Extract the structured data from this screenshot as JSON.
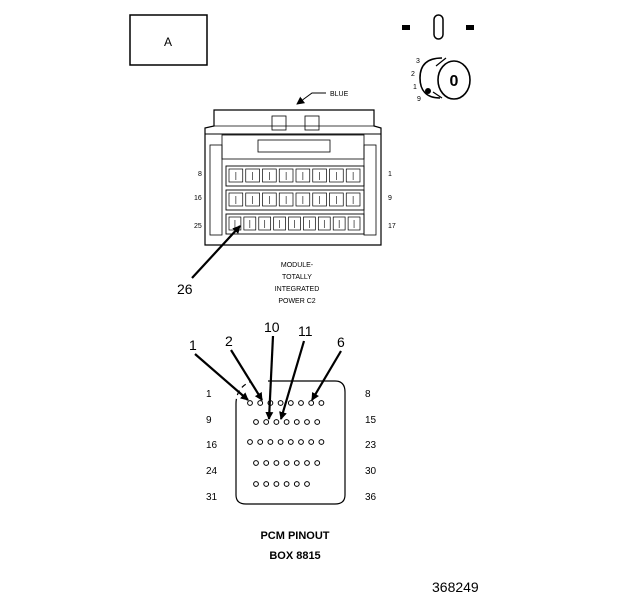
{
  "key_box": {
    "label": "A"
  },
  "connector_top": {
    "color_callout": "BLUE",
    "row_start_numbers": [
      "8",
      "16",
      "25"
    ],
    "row_end_numbers": [
      "1",
      "9",
      "17"
    ],
    "pointer_callout": "26",
    "module_caption": [
      "MODULE-",
      "TOTALLY",
      "INTEGRATED",
      "POWER C2"
    ]
  },
  "orientation_key": {
    "pin_numbers": [
      "3",
      "2",
      "1",
      "9"
    ],
    "key_letter": "0"
  },
  "pinout": {
    "callouts": [
      "1",
      "2",
      "10",
      "11",
      "6"
    ],
    "left_row_numbers": [
      "1",
      "9",
      "16",
      "24",
      "31"
    ],
    "right_row_numbers": [
      "8",
      "15",
      "23",
      "30",
      "36"
    ],
    "row_pin_counts": [
      8,
      7,
      8,
      7,
      6
    ],
    "title": "PCM PINOUT",
    "subtitle": "BOX 8815"
  },
  "figure_number": "368249"
}
